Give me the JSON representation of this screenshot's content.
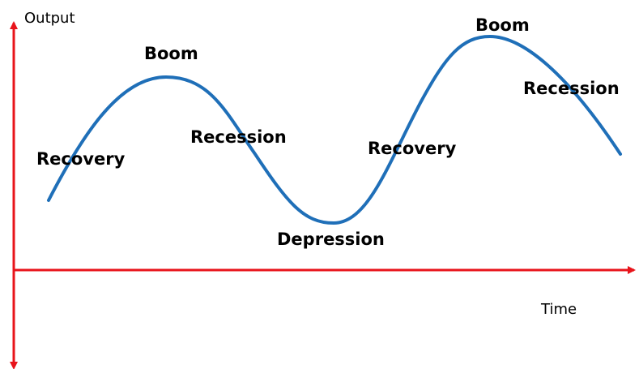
{
  "diagram": {
    "axes": {
      "y_label": "Output",
      "x_label": "Time",
      "color": "#e8141b"
    },
    "curve": {
      "color": "#1f6fb8"
    },
    "phases": {
      "recovery_1": "Recovery",
      "boom_1": "Boom",
      "recession_1": "Recession",
      "depression": "Depression",
      "recovery_2": "Recovery",
      "boom_2": "Boom",
      "recession_2": "Recession"
    }
  }
}
